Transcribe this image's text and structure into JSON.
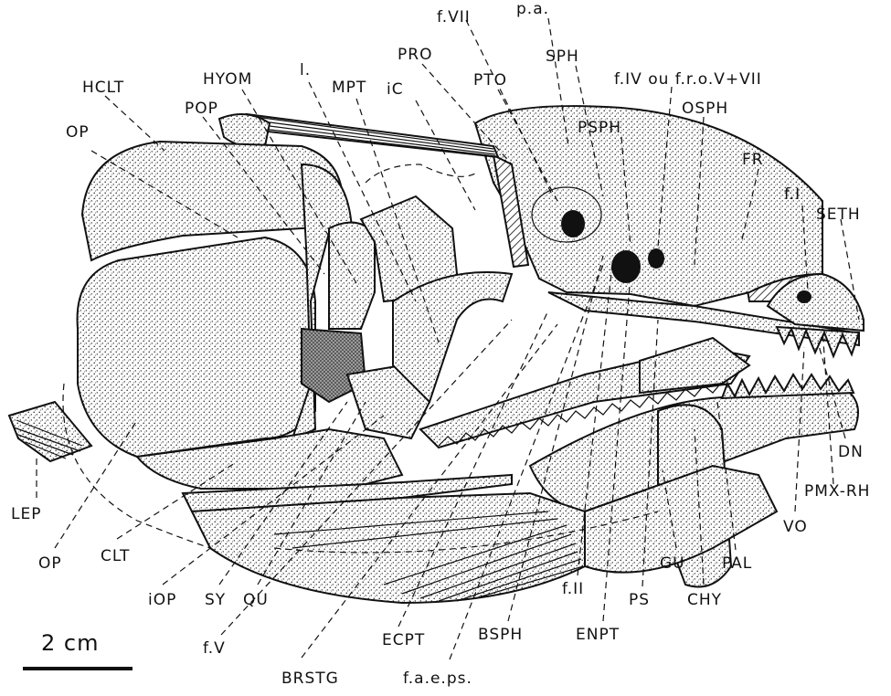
{
  "figure": {
    "scale_bar_label": "2 cm",
    "labels": [
      {
        "id": "pa",
        "text": "p.a."
      },
      {
        "id": "fvii",
        "text": "f.VII"
      },
      {
        "id": "pro",
        "text": "PRO"
      },
      {
        "id": "pto",
        "text": "PTO"
      },
      {
        "id": "sph",
        "text": "SPH"
      },
      {
        "id": "l",
        "text": "l."
      },
      {
        "id": "mpt",
        "text": "MPT"
      },
      {
        "id": "hyom",
        "text": "HYOM"
      },
      {
        "id": "ic",
        "text": "iC"
      },
      {
        "id": "hclt",
        "text": "HCLT"
      },
      {
        "id": "pop",
        "text": "POP"
      },
      {
        "id": "op_top",
        "text": "OP"
      },
      {
        "id": "fiv",
        "text": "f.IV ou f.r.o.V+VII"
      },
      {
        "id": "psph",
        "text": "PSPH"
      },
      {
        "id": "osph",
        "text": "OSPH"
      },
      {
        "id": "fr",
        "text": "FR"
      },
      {
        "id": "fi",
        "text": "f.I"
      },
      {
        "id": "seth",
        "text": "SETH"
      },
      {
        "id": "dn",
        "text": "DN"
      },
      {
        "id": "pmxrh",
        "text": "PMX-RH"
      },
      {
        "id": "vo",
        "text": "VO"
      },
      {
        "id": "pal",
        "text": "PAL"
      },
      {
        "id": "gu",
        "text": "GU"
      },
      {
        "id": "chy",
        "text": "CHY"
      },
      {
        "id": "ps",
        "text": "PS"
      },
      {
        "id": "enpt",
        "text": "ENPT"
      },
      {
        "id": "fii",
        "text": "f.II"
      },
      {
        "id": "bsph",
        "text": "BSPH"
      },
      {
        "id": "faeps",
        "text": "f.a.e.ps."
      },
      {
        "id": "brstg",
        "text": "BRSTG"
      },
      {
        "id": "ecpt",
        "text": "ECPT"
      },
      {
        "id": "fv",
        "text": "f.V"
      },
      {
        "id": "qu",
        "text": "QU"
      },
      {
        "id": "sy",
        "text": "SY"
      },
      {
        "id": "iop",
        "text": "iOP"
      },
      {
        "id": "clt",
        "text": "CLT"
      },
      {
        "id": "op_bottom",
        "text": "OP"
      },
      {
        "id": "lep",
        "text": "LEP"
      }
    ]
  }
}
